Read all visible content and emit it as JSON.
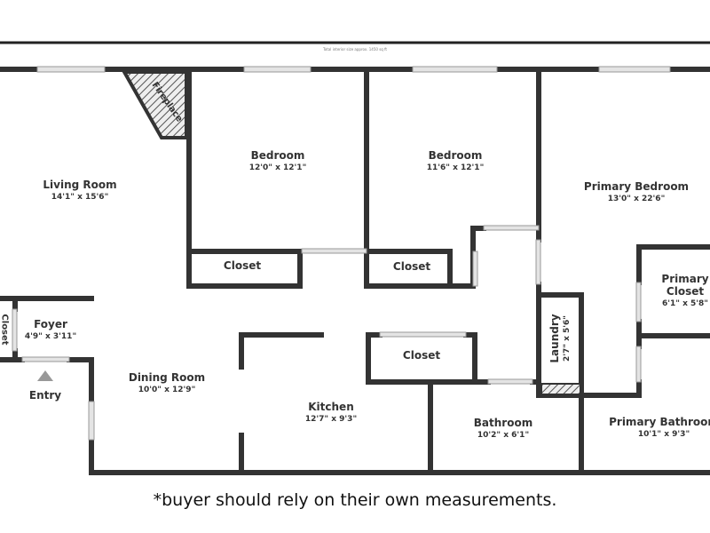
{
  "total_note": "Total interior size approx. 1450 sq ft",
  "disclaimer": "*buyer should rely on their own measurements.",
  "colors": {
    "wall": "#333333",
    "window": "#dddddd",
    "hatch": "#555555"
  },
  "rooms": {
    "living": {
      "name": "Living Room",
      "dim": "14'1\" x 15'6\""
    },
    "fireplace": {
      "name": "Fireplace"
    },
    "bed1": {
      "name": "Bedroom",
      "dim": "12'0\" x 12'1\""
    },
    "bed2": {
      "name": "Bedroom",
      "dim": "11'6\" x 12'1\""
    },
    "primary_bed": {
      "name": "Primary Bedroom",
      "dim": "13'0\" x 22'6\""
    },
    "closet1": {
      "name": "Closet"
    },
    "closet2": {
      "name": "Closet"
    },
    "primary_closet": {
      "name": "Primary Closet",
      "dim": "6'1\" x 5'8\""
    },
    "foyer": {
      "name": "Foyer",
      "dim": "4'9\" x 3'11\""
    },
    "left_closet": {
      "name": "Closet"
    },
    "entry": {
      "name": "Entry"
    },
    "dining": {
      "name": "Dining Room",
      "dim": "10'0\" x 12'9\""
    },
    "kitchen": {
      "name": "Kitchen",
      "dim": "12'7\" x 9'3\""
    },
    "closet3": {
      "name": "Closet"
    },
    "laundry": {
      "name": "Laundry",
      "dim": "2'7\" x 5'6\""
    },
    "bathroom": {
      "name": "Bathroom",
      "dim": "10'2\" x 6'1\""
    },
    "primary_bath": {
      "name": "Primary Bathroom",
      "dim": "10'1\" x 9'3\""
    }
  }
}
